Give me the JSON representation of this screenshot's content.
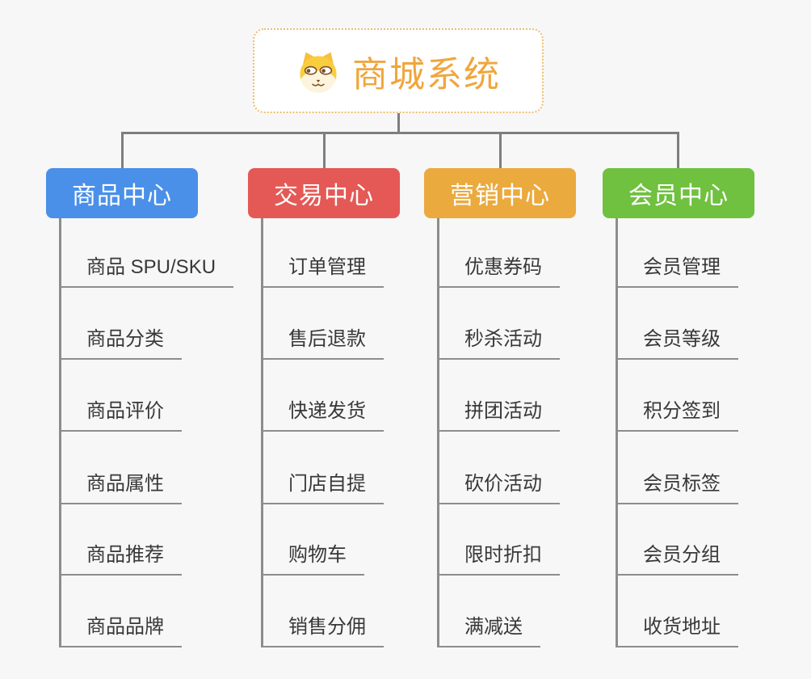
{
  "page": {
    "background": "#f7f7f7",
    "connector_color": "#7e7e7e"
  },
  "root": {
    "title": "商城系统",
    "icon": "dog-face-icon",
    "text_color": "#f0a63c",
    "border_color": "#eebb6e"
  },
  "branches": [
    {
      "label": "商品中心",
      "color": "#4a90e8",
      "children": [
        "商品 SPU/SKU",
        "商品分类",
        "商品评价",
        "商品属性",
        "商品推荐",
        "商品品牌"
      ]
    },
    {
      "label": "交易中心",
      "color": "#e45956",
      "children": [
        "订单管理",
        "售后退款",
        "快递发货",
        "门店自提",
        "购物车",
        "销售分佣"
      ]
    },
    {
      "label": "营销中心",
      "color": "#ebaa3e",
      "children": [
        "优惠券码",
        "秒杀活动",
        "拼团活动",
        "砍价活动",
        "限时折扣",
        "满减送"
      ]
    },
    {
      "label": "会员中心",
      "color": "#6fc13f",
      "children": [
        "会员管理",
        "会员等级",
        "积分签到",
        "会员标签",
        "会员分组",
        "收货地址"
      ]
    }
  ]
}
